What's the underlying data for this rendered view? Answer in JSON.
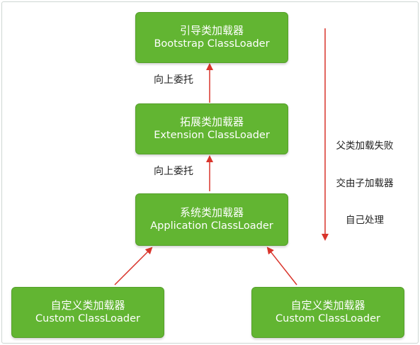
{
  "boxes": {
    "bootstrap": {
      "cn": "引导类加载器",
      "en": "Bootstrap ClassLoader"
    },
    "extension": {
      "cn": "拓展类加载器",
      "en": "Extension ClassLoader"
    },
    "application": {
      "cn": "系统类加载器",
      "en": "Application ClassLoader"
    },
    "custom_left": {
      "cn": "自定义类加载器",
      "en": "Custom ClassLoader"
    },
    "custom_right": {
      "cn": "自定义类加载器",
      "en": "Custom ClassLoader"
    }
  },
  "labels": {
    "delegate_upper": "向上委托",
    "delegate_lower": "向上委托"
  },
  "right_note": {
    "line1": "父类加载失败",
    "line2": "交由子加载器",
    "line3": "自己处理"
  },
  "colors": {
    "box_fill": "#62b532",
    "arrow": "#d9342b"
  }
}
